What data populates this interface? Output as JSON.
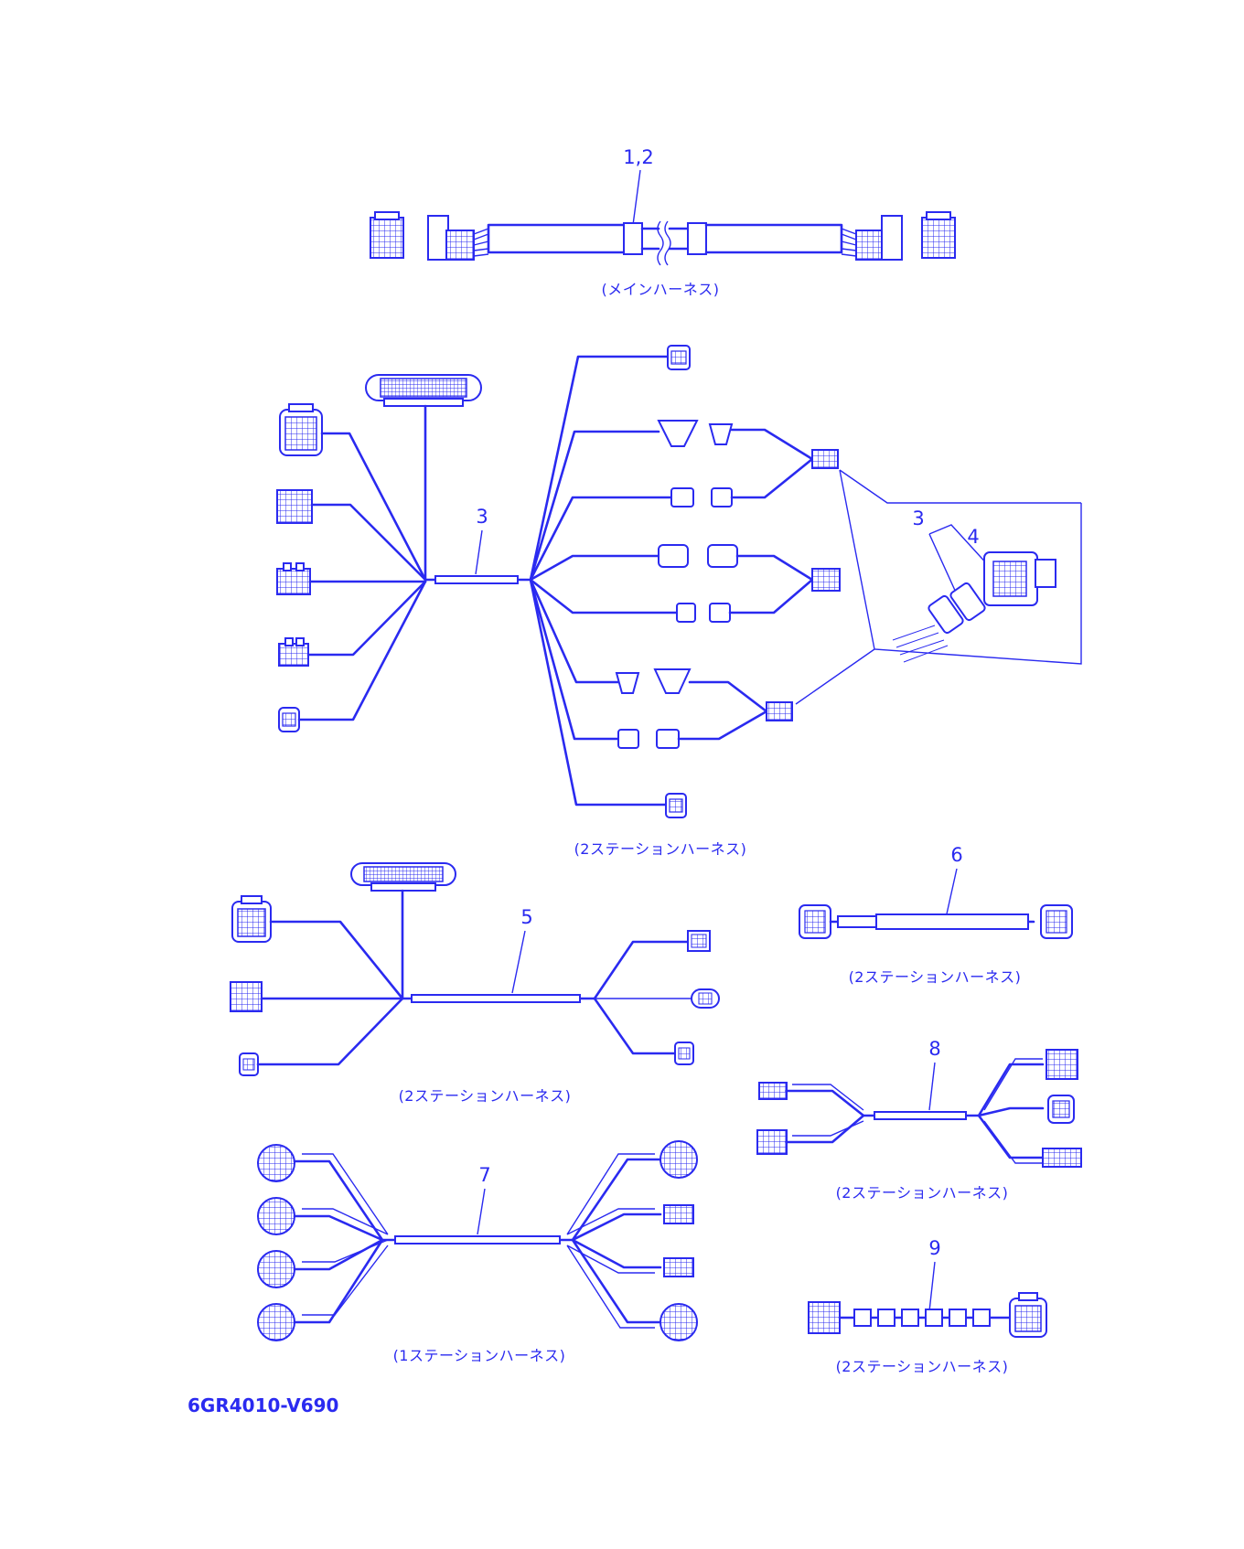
{
  "colors": {
    "ink": "#2a2af0",
    "background": "#ffffff"
  },
  "labels": {
    "p12": "1,2",
    "p3": "3",
    "p3_detail": "3",
    "p4": "4",
    "p5": "5",
    "p6": "6",
    "p7": "7",
    "p8": "8",
    "p9": "9"
  },
  "captions": {
    "main_harness": "(メインハーネス)",
    "harness_3": "(2ステーションハーネス)",
    "harness_5": "(2ステーションハーネス)",
    "harness_6": "(2ステーションハーネス)",
    "harness_7": "(1ステーションハーネス)",
    "harness_8": "(2ステーションハーネス)",
    "harness_9": "(2ステーションハーネス)"
  },
  "drawing_code": "6GR4010-V690"
}
